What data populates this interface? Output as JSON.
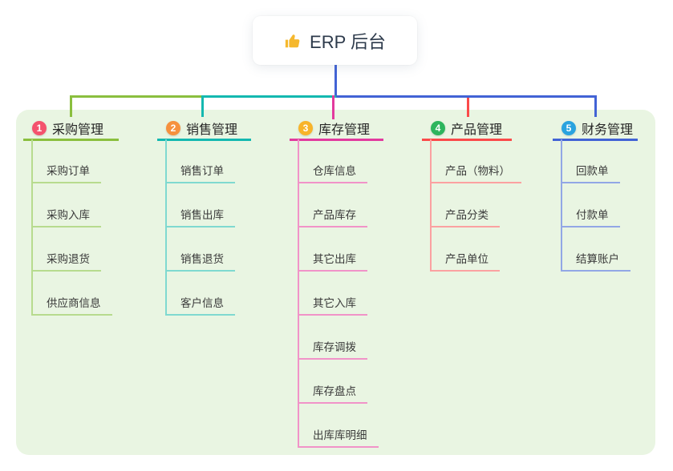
{
  "root": {
    "icon": "thumbs-up-icon",
    "label": "ERP 后台"
  },
  "colors": {
    "panel_bg": "#e9f5e2",
    "root_text": "#2d3a4b",
    "branch_text": "#262626",
    "child_text": "#3a3a3a",
    "thumb_icon": "#f5b82e"
  },
  "branches": [
    {
      "badge": "1",
      "label": "采购管理",
      "badge_color": "#f4526d",
      "line_color": "#8abf3e",
      "child_line_color": "#b7db8e",
      "children": [
        "采购订单",
        "采购入库",
        "采购退货",
        "供应商信息"
      ]
    },
    {
      "badge": "2",
      "label": "销售管理",
      "badge_color": "#f6913e",
      "line_color": "#14b8b0",
      "child_line_color": "#7fd9d0",
      "children": [
        "销售订单",
        "销售出库",
        "销售退货",
        "客户信息"
      ]
    },
    {
      "badge": "3",
      "label": "库存管理",
      "badge_color": "#f8b42a",
      "line_color": "#e23a9e",
      "child_line_color": "#f193c8",
      "children": [
        "仓库信息",
        "产品库存",
        "其它出库",
        "其它入库",
        "库存调拨",
        "库存盘点",
        "出库库明细"
      ]
    },
    {
      "badge": "4",
      "label": "产品管理",
      "badge_color": "#2db55d",
      "line_color": "#fb4a4a",
      "child_line_color": "#fba1a1",
      "children": [
        "产品（物料）",
        "产品分类",
        "产品单位"
      ]
    },
    {
      "badge": "5",
      "label": "财务管理",
      "badge_color": "#29a3df",
      "line_color": "#4263d5",
      "child_line_color": "#92a7e6",
      "children": [
        "回款单",
        "付款单",
        "结算账户"
      ]
    }
  ]
}
